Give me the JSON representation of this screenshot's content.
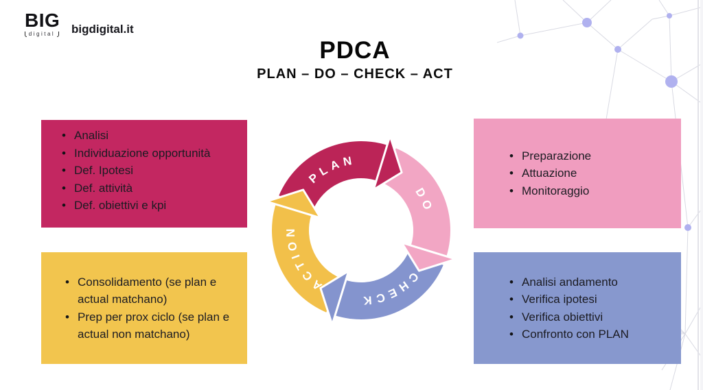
{
  "brand": {
    "logo_text": "BIG",
    "logo_sub": "digital",
    "site": "bigdigital.it"
  },
  "header": {
    "title": "PDCA",
    "subtitle": "PLAN – DO – CHECK – ACT"
  },
  "cycle": {
    "segments": [
      {
        "label": "PLAN",
        "color": "#bb2457"
      },
      {
        "label": "DO",
        "color": "#f2a6c4"
      },
      {
        "label": "CHECK",
        "color": "#8494ce"
      },
      {
        "label": "ACTION",
        "color": "#f2c04a"
      }
    ]
  },
  "boxes": {
    "plan": {
      "color": "#c32761",
      "items": [
        "Analisi",
        "Individuazione opportunità",
        "Def. Ipotesi",
        "Def. attività",
        "Def. obiettivi e kpi"
      ]
    },
    "do": {
      "color": "#f09dbf",
      "items": [
        "Preparazione",
        "Attuazione",
        "Monitoraggio"
      ]
    },
    "act": {
      "color": "#f2c54e",
      "items": [
        "Consolidamento (se plan e actual matchano)",
        "Prep per prox ciclo (se plan e actual non matchano)"
      ]
    },
    "check": {
      "color": "#8798ce",
      "items": [
        "Analisi andamento",
        "Verifica ipotesi",
        "Verifica obiettivi",
        "Confronto con PLAN"
      ]
    }
  }
}
